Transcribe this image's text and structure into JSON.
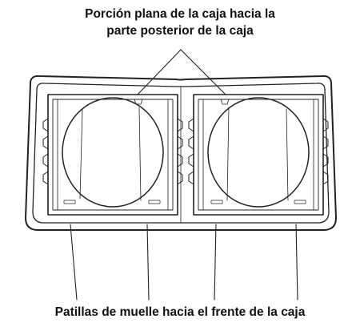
{
  "top_label": {
    "line1": "Porción plana de la caja hacia la",
    "line2": "parte posterior de la caja"
  },
  "bottom_label": "Patillas de muelle hacia el frente de la caja",
  "colors": {
    "ink": "#111111",
    "background": "#ffffff",
    "line": "#222222"
  }
}
